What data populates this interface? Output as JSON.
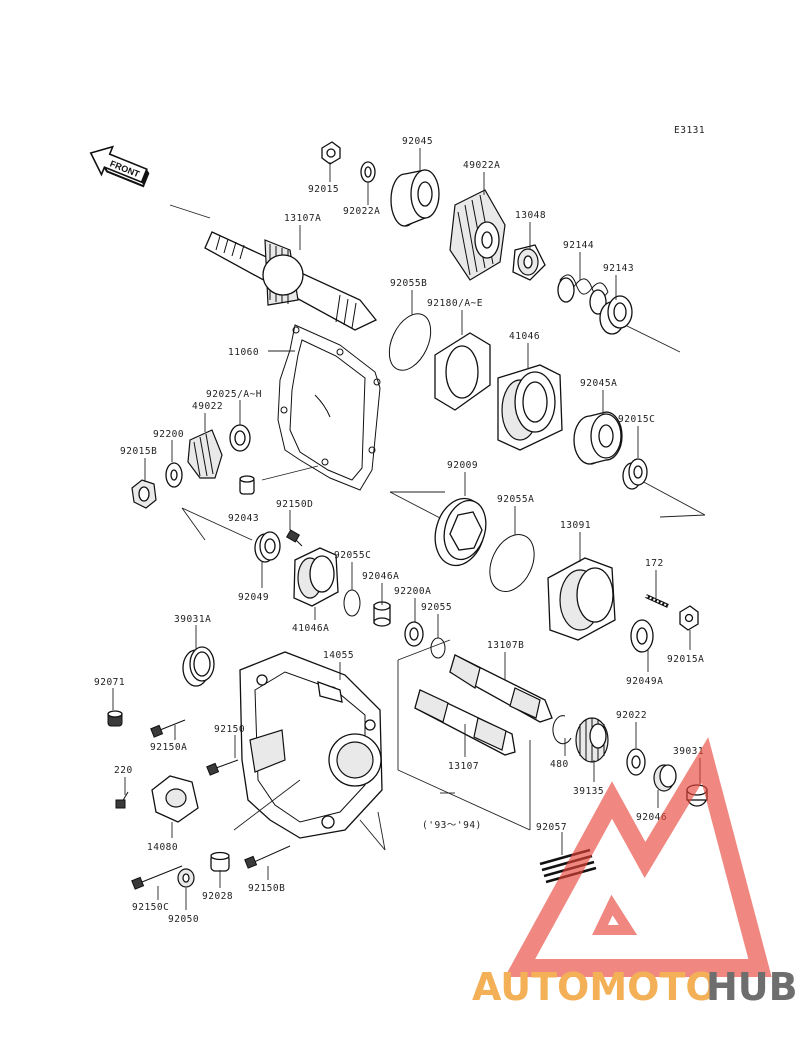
{
  "diagram_code": "E3131",
  "front_label": "FRONT",
  "date_range_note": "('93～'94)",
  "watermark": {
    "part1": "AUTOMOTO",
    "part2": "HUB",
    "color1": "#f2a33a",
    "color2": "#555555",
    "logo_color": "#e8463a"
  },
  "labels": {
    "p92045": "92045",
    "p49022A": "49022A",
    "p92015": "92015",
    "p92022A": "92022A",
    "p13107A": "13107A",
    "p13048": "13048",
    "p92144": "92144",
    "p92143": "92143",
    "p92055B": "92055B",
    "p92180": "92180/A~E",
    "p11060": "11060",
    "p41046": "41046",
    "p92025": "92025/A~H",
    "p49022": "49022",
    "p92200": "92200",
    "p92015B": "92015B",
    "p92045A": "92045A",
    "p92015C": "92015C",
    "p92009": "92009",
    "p92055A": "92055A",
    "p92043": "92043",
    "p92150D": "92150D",
    "p13091": "13091",
    "p92049": "92049",
    "p41046A": "41046A",
    "p92055C": "92055C",
    "p92046A": "92046A",
    "p92200A": "92200A",
    "p92055": "92055",
    "p172": "172",
    "p39031A": "39031A",
    "p14055": "14055",
    "p13107B": "13107B",
    "p92049A": "92049A",
    "p92015A": "92015A",
    "p92071": "92071",
    "p92150A": "92150A",
    "p92150": "92150",
    "p92022": "92022",
    "p220": "220",
    "p480": "480",
    "p39031": "39031",
    "p13107": "13107",
    "p39135": "39135",
    "p14080": "14080",
    "p92046": "92046",
    "p92057": "92057",
    "p92150C": "92150C",
    "p92028": "92028",
    "p92150B": "92150B",
    "p92050": "92050"
  }
}
